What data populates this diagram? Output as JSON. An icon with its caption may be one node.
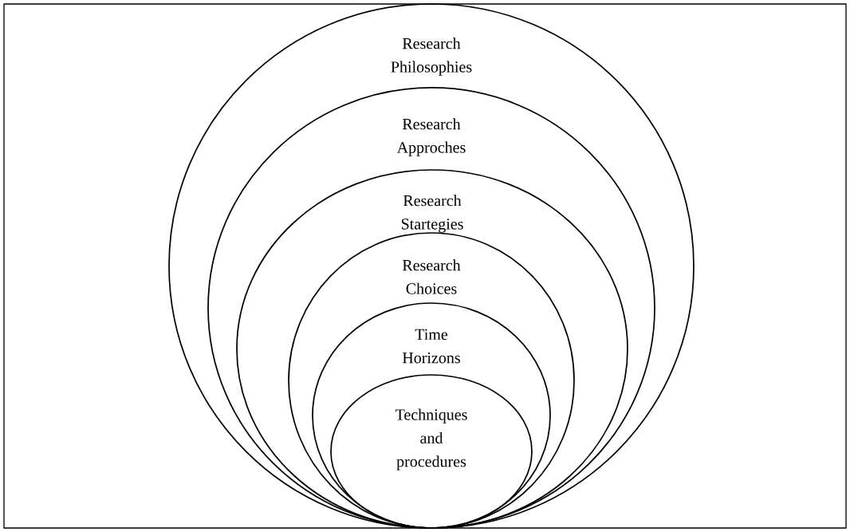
{
  "diagram": {
    "nodes": [
      {
        "text": [
          "Research Philosophies"
        ]
      },
      {
        "text": [
          "Research Approches"
        ],
        "in": 0
      },
      {
        "text": [
          "Research Startegies"
        ],
        "in": 1
      },
      {
        "text": [
          "Research Choices"
        ],
        "in": 2
      },
      {
        "text": [
          "Time Horizons"
        ],
        "in": 3
      },
      {
        "text": [
          "Techniques and procedures"
        ],
        "in": 4
      }
    ]
  }
}
